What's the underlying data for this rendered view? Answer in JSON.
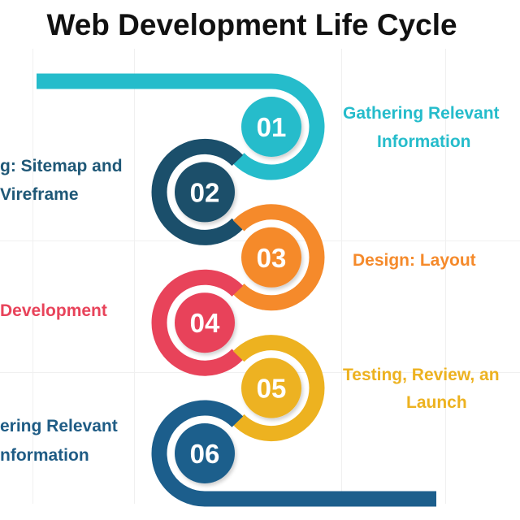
{
  "title": "Web Development Life Cycle",
  "stages": [
    {
      "number": "01",
      "color": "#25BCCB",
      "label_lines": [
        "Gathering Relevant",
        "Information"
      ]
    },
    {
      "number": "02",
      "color": "#1B4F6B",
      "label_lines": [
        "g: Sitemap and",
        "Vireframe"
      ]
    },
    {
      "number": "03",
      "color": "#F58A2B",
      "label_lines": [
        "Design: Layout"
      ]
    },
    {
      "number": "04",
      "color": "#E8435A",
      "label_lines": [
        "Development"
      ]
    },
    {
      "number": "05",
      "color": "#EDB220",
      "label_lines": [
        "Testing, Review, an",
        "Launch"
      ]
    },
    {
      "number": "06",
      "color": "#1C5E8C",
      "label_lines": [
        "ering Relevant",
        "nformation"
      ]
    }
  ]
}
